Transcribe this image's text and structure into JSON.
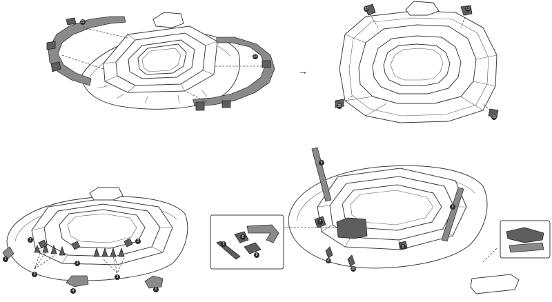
{
  "steps": [
    {
      "name": "step-1-attach-outer-rings",
      "callouts": [
        "21",
        "22"
      ]
    },
    {
      "name": "step-2-corner-supports",
      "callouts": [
        "13",
        "13",
        "25",
        "25"
      ]
    },
    {
      "name": "step-3-small-supports",
      "callouts": [
        "1",
        "2",
        "2",
        "3",
        "3",
        "3",
        "4",
        "5"
      ]
    },
    {
      "name": "step-4-masts-and-stand",
      "callouts": [
        "9",
        "9",
        "7",
        "8",
        "9",
        "6",
        "8",
        "20",
        "20"
      ]
    }
  ],
  "arrow_glyph": "→",
  "colors": {
    "line": "#3a3a3a",
    "part_fill": "#8a8a8a",
    "part_dark": "#5e5e5e",
    "background": "#ffffff"
  }
}
